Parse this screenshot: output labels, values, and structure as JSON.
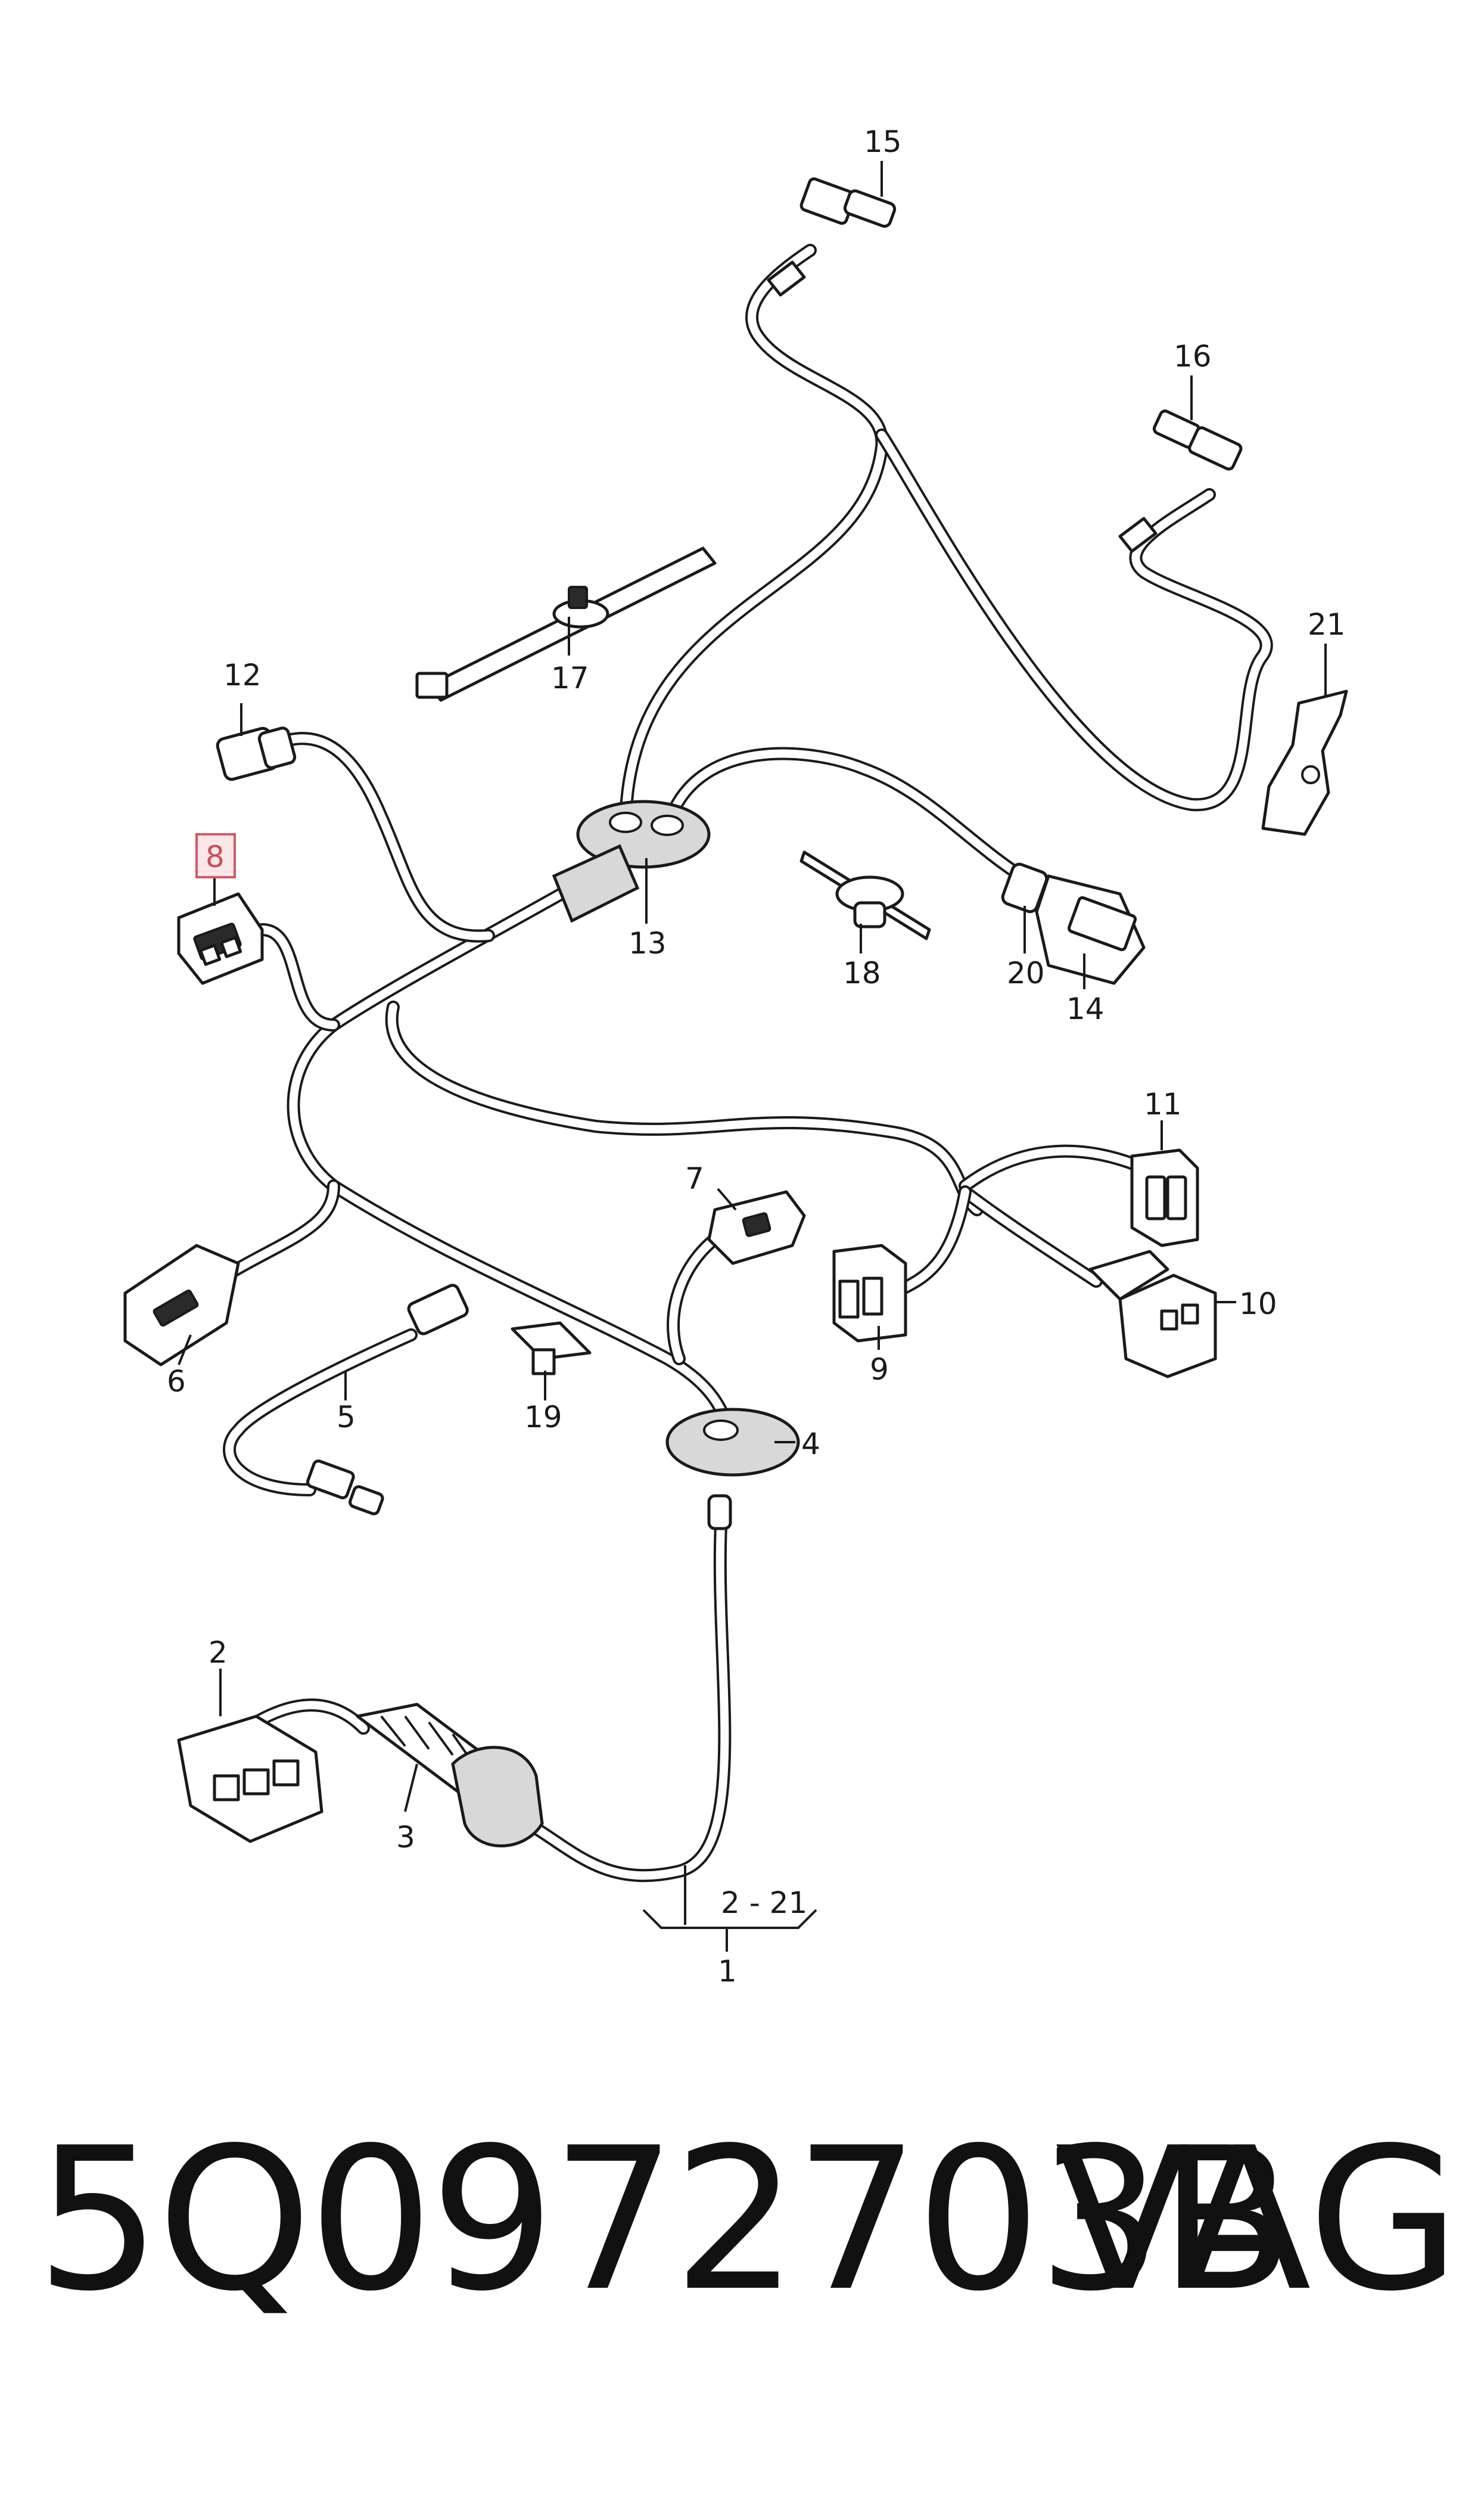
{
  "callouts": {
    "c1": "1",
    "c2": "2",
    "c3": "3",
    "c4": "4",
    "c5": "5",
    "c6": "6",
    "c7": "7",
    "c8": "8",
    "c9": "9",
    "c10": "10",
    "c11": "11",
    "c12": "12",
    "c13": "13",
    "c14": "14",
    "c15": "15",
    "c16": "16",
    "c17": "17",
    "c18": "18",
    "c19": "19",
    "c20": "20",
    "c21": "21",
    "range": "2 - 21"
  },
  "highlight_color": "#d05a66",
  "footer": {
    "part_number": "5Q0972703B",
    "brand": "VAG"
  }
}
